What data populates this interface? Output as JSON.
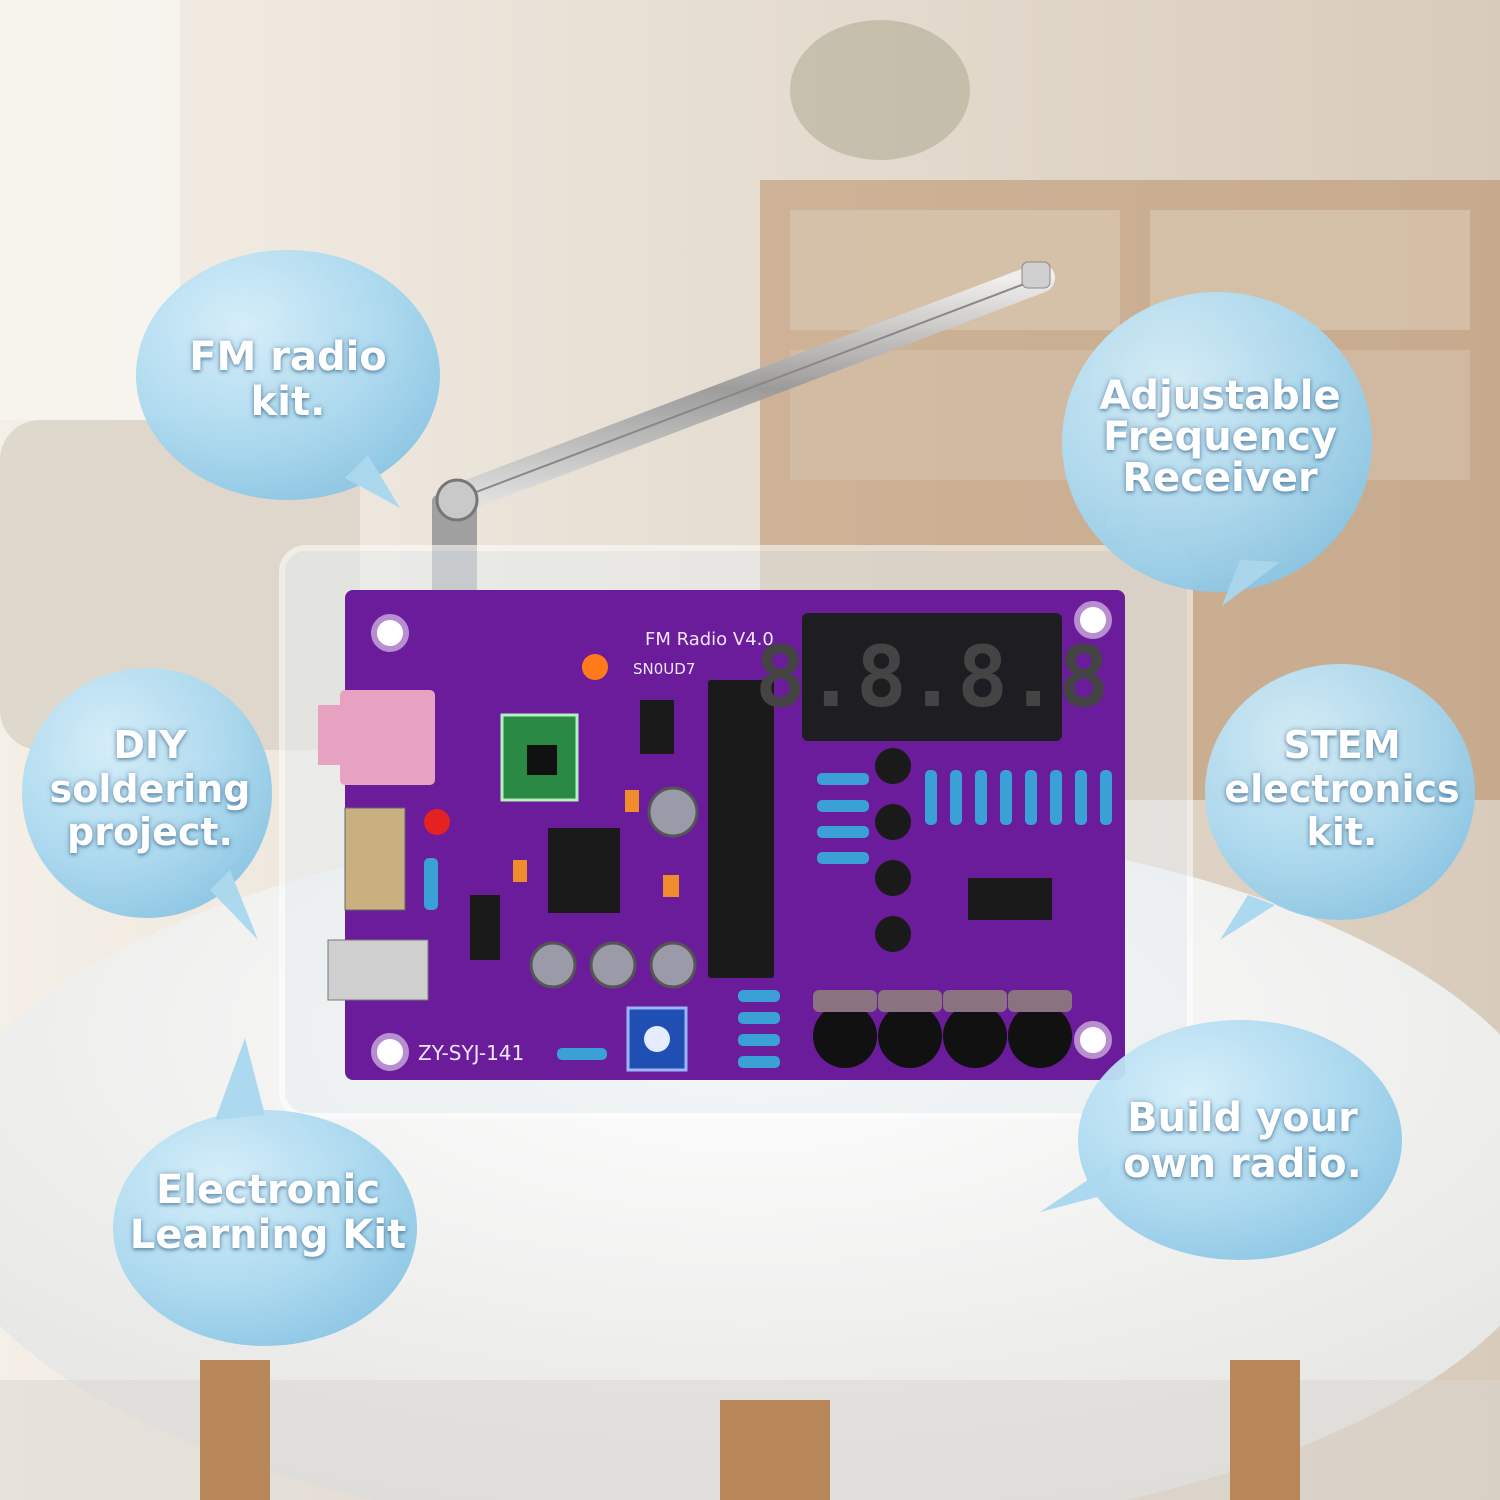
{
  "bubbles": {
    "fm_radio_kit": "FM radio\nkit.",
    "adjustable_receiver": "Adjustable\nFrequency\nReceiver",
    "diy_soldering": "DIY\nsoldering\nproject.",
    "stem_kit": "STEM\nelectronics\nkit.",
    "learning_kit": "Electronic\nLearning Kit",
    "build_radio": "Build your\nown radio."
  },
  "board": {
    "title": "FM Radio V4.0",
    "code": "SN0UD7",
    "model": "ZY-SYJ-141",
    "display_digits": "8.8.8.8"
  },
  "colors": {
    "pcb": "#6a1c9a",
    "bubble": "#a9d8ef",
    "table": "#f3f3f2",
    "wood": "#b7875a",
    "wall": "#e9e2d8"
  }
}
